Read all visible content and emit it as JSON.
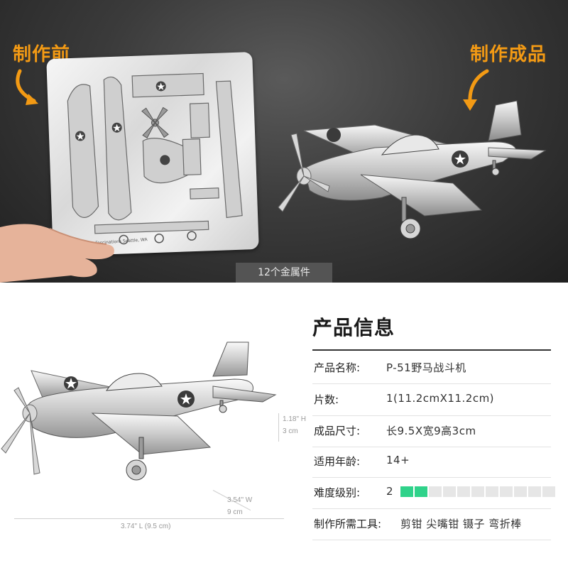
{
  "banner": {
    "label_before": "制作前",
    "label_after": "制作成品",
    "caption": "12个金属件",
    "sheet_text": "Fascinations Seattle, WA"
  },
  "dimensions": {
    "height_in": "1.18\" H",
    "height_cm": "3 cm",
    "width_in": "3.54\" W",
    "width_cm": "9 cm",
    "length": "3.74\" L (9.5 cm)"
  },
  "info": {
    "title": "产品信息",
    "rows": [
      {
        "key": "产品名称:",
        "value": "P-51野马战斗机"
      },
      {
        "key": "片数:",
        "value": "1(11.2cmX11.2cm)"
      },
      {
        "key": "成品尺寸:",
        "value": "长9.5X宽9高3cm"
      },
      {
        "key": "适用年龄:",
        "value": "14+"
      },
      {
        "key": "难度级别:",
        "value": "2"
      },
      {
        "key": "制作所需工具:",
        "value": "剪钳 尖嘴钳 镊子 弯折棒"
      }
    ],
    "difficulty": {
      "level": 2,
      "max": 11,
      "active_color": "#2fd28a",
      "inactive_color": "#e6e6e6"
    }
  },
  "colors": {
    "accent": "#f39a14",
    "banner_dark": "#2a2a2a"
  }
}
